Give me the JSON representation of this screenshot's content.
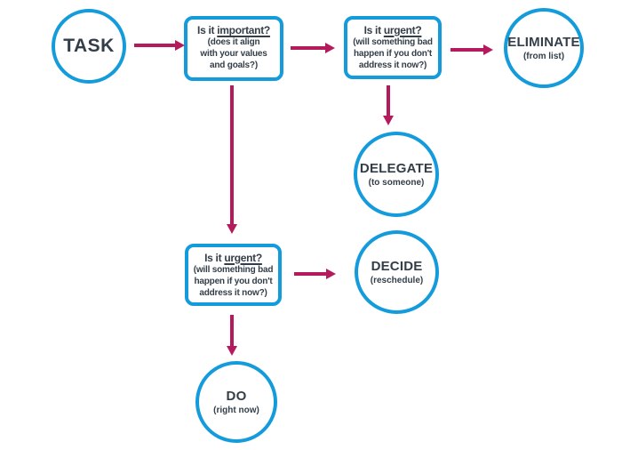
{
  "colors": {
    "node_border": "#149bdc",
    "arrow": "#b51b5c",
    "text": "#333e48",
    "background": "#ffffff"
  },
  "nodes": {
    "task": {
      "label": "TASK"
    },
    "important": {
      "question_prefix": "Is it ",
      "question_keyword": "important?",
      "detail_lines": [
        "(does it align",
        "with your values",
        "and goals?)"
      ]
    },
    "urgent_top": {
      "question_prefix": "Is it ",
      "question_keyword": "urgent?",
      "detail_lines": [
        "(will something bad",
        "happen if you don't",
        "address it now?)"
      ]
    },
    "eliminate": {
      "label": "ELIMINATE",
      "sublabel": "(from list)"
    },
    "delegate": {
      "label": "DELEGATE",
      "sublabel": "(to someone)"
    },
    "urgent_bottom": {
      "question_prefix": "Is it ",
      "question_keyword": "urgent?",
      "detail_lines": [
        "(will something bad",
        "happen if you don't",
        "address it now?)"
      ]
    },
    "decide": {
      "label": "DECIDE",
      "sublabel": "(reschedule)"
    },
    "do": {
      "label": "DO",
      "sublabel": "(right now)"
    }
  },
  "edges": [
    {
      "from": "task",
      "to": "important"
    },
    {
      "from": "important",
      "to": "urgent_top"
    },
    {
      "from": "urgent_top",
      "to": "eliminate"
    },
    {
      "from": "urgent_top",
      "to": "delegate"
    },
    {
      "from": "important",
      "to": "urgent_bottom"
    },
    {
      "from": "urgent_bottom",
      "to": "decide"
    },
    {
      "from": "urgent_bottom",
      "to": "do"
    }
  ]
}
